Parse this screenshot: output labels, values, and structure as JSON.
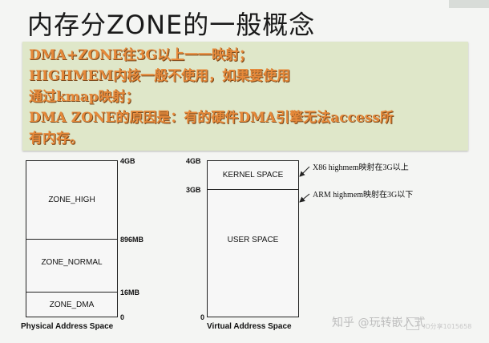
{
  "title": "内存分ZONE的一般概念",
  "notes": [
    "DMA+ZONE往3G以上一一映射；",
    "HIGHMEM内核一般不使用，如果要使用",
    "通过kmap映射；",
    "DMA ZONE的原因是：有的硬件DMA引擎无法access所",
    "有内存。"
  ],
  "physical": {
    "caption": "Physical Address Space",
    "marks": [
      "4GB",
      "896MB",
      "16MB",
      "0"
    ],
    "zones": [
      "ZONE_HIGH",
      "ZONE_NORMAL",
      "ZONE_DMA"
    ]
  },
  "virtual": {
    "caption": "Virtual Address Space",
    "marks": [
      "4GB",
      "3GB",
      "0"
    ],
    "regions": [
      "KERNEL SPACE",
      "USER SPACE"
    ]
  },
  "annotations": [
    "X86 highmem映射在3G以上",
    "ARM highmem映射在3G以下"
  ],
  "watermark": {
    "text": "知乎 @玩转嵌入式",
    "sub": "IO分享1015658"
  },
  "colors": {
    "note_text": "#e6893a",
    "note_bg": "#dfe7c9",
    "background": "#f4f5f3"
  }
}
